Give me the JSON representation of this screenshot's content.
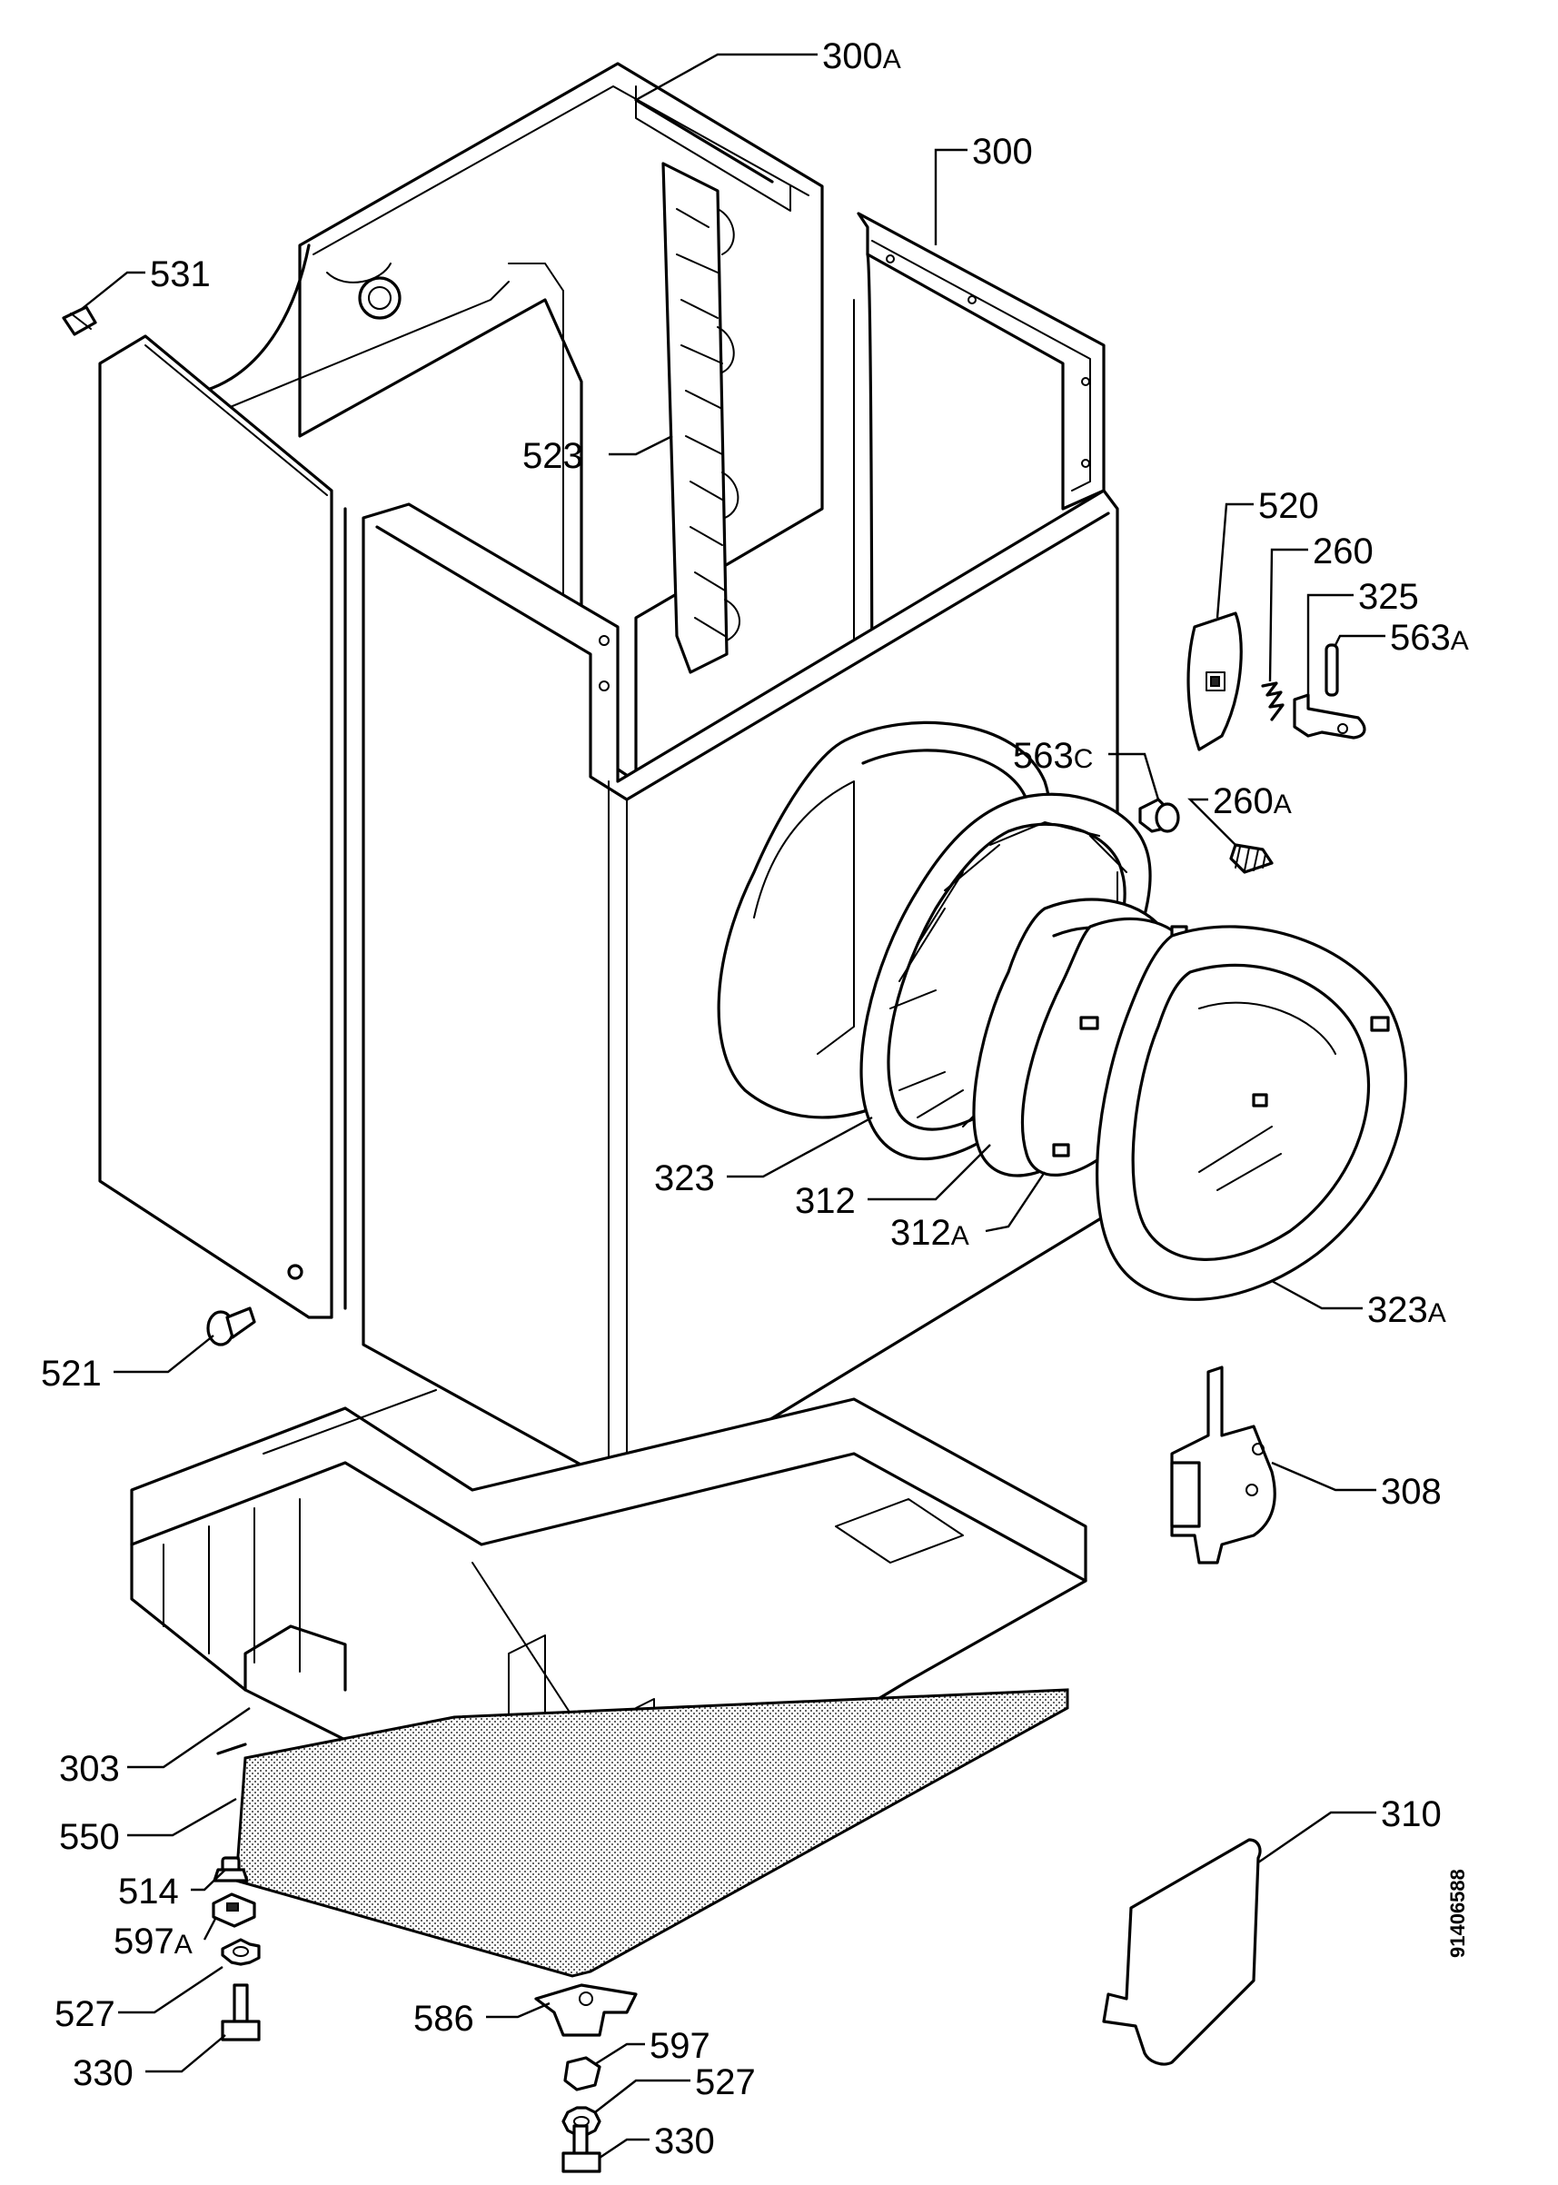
{
  "diagram": {
    "document_number": "91406588",
    "labels": {
      "l_300a": "300",
      "l_300a_suffix": "A",
      "l_300": "300",
      "l_531": "531",
      "l_523": "523",
      "l_520": "520",
      "l_260": "260",
      "l_325": "325",
      "l_563a": "563",
      "l_563a_suffix": "A",
      "l_563c": "563",
      "l_563c_suffix": "C",
      "l_260a": "260",
      "l_260a_suffix": "A",
      "l_323": "323",
      "l_312": "312",
      "l_312a": "312",
      "l_312a_suffix": "A",
      "l_323a": "323",
      "l_323a_suffix": "A",
      "l_521": "521",
      "l_308": "308",
      "l_303": "303",
      "l_550": "550",
      "l_514": "514",
      "l_597a": "597",
      "l_597a_suffix": "A",
      "l_527_left": "527",
      "l_330_left": "330",
      "l_586": "586",
      "l_597": "597",
      "l_527_right": "527",
      "l_330_right": "330",
      "l_310": "310"
    }
  }
}
